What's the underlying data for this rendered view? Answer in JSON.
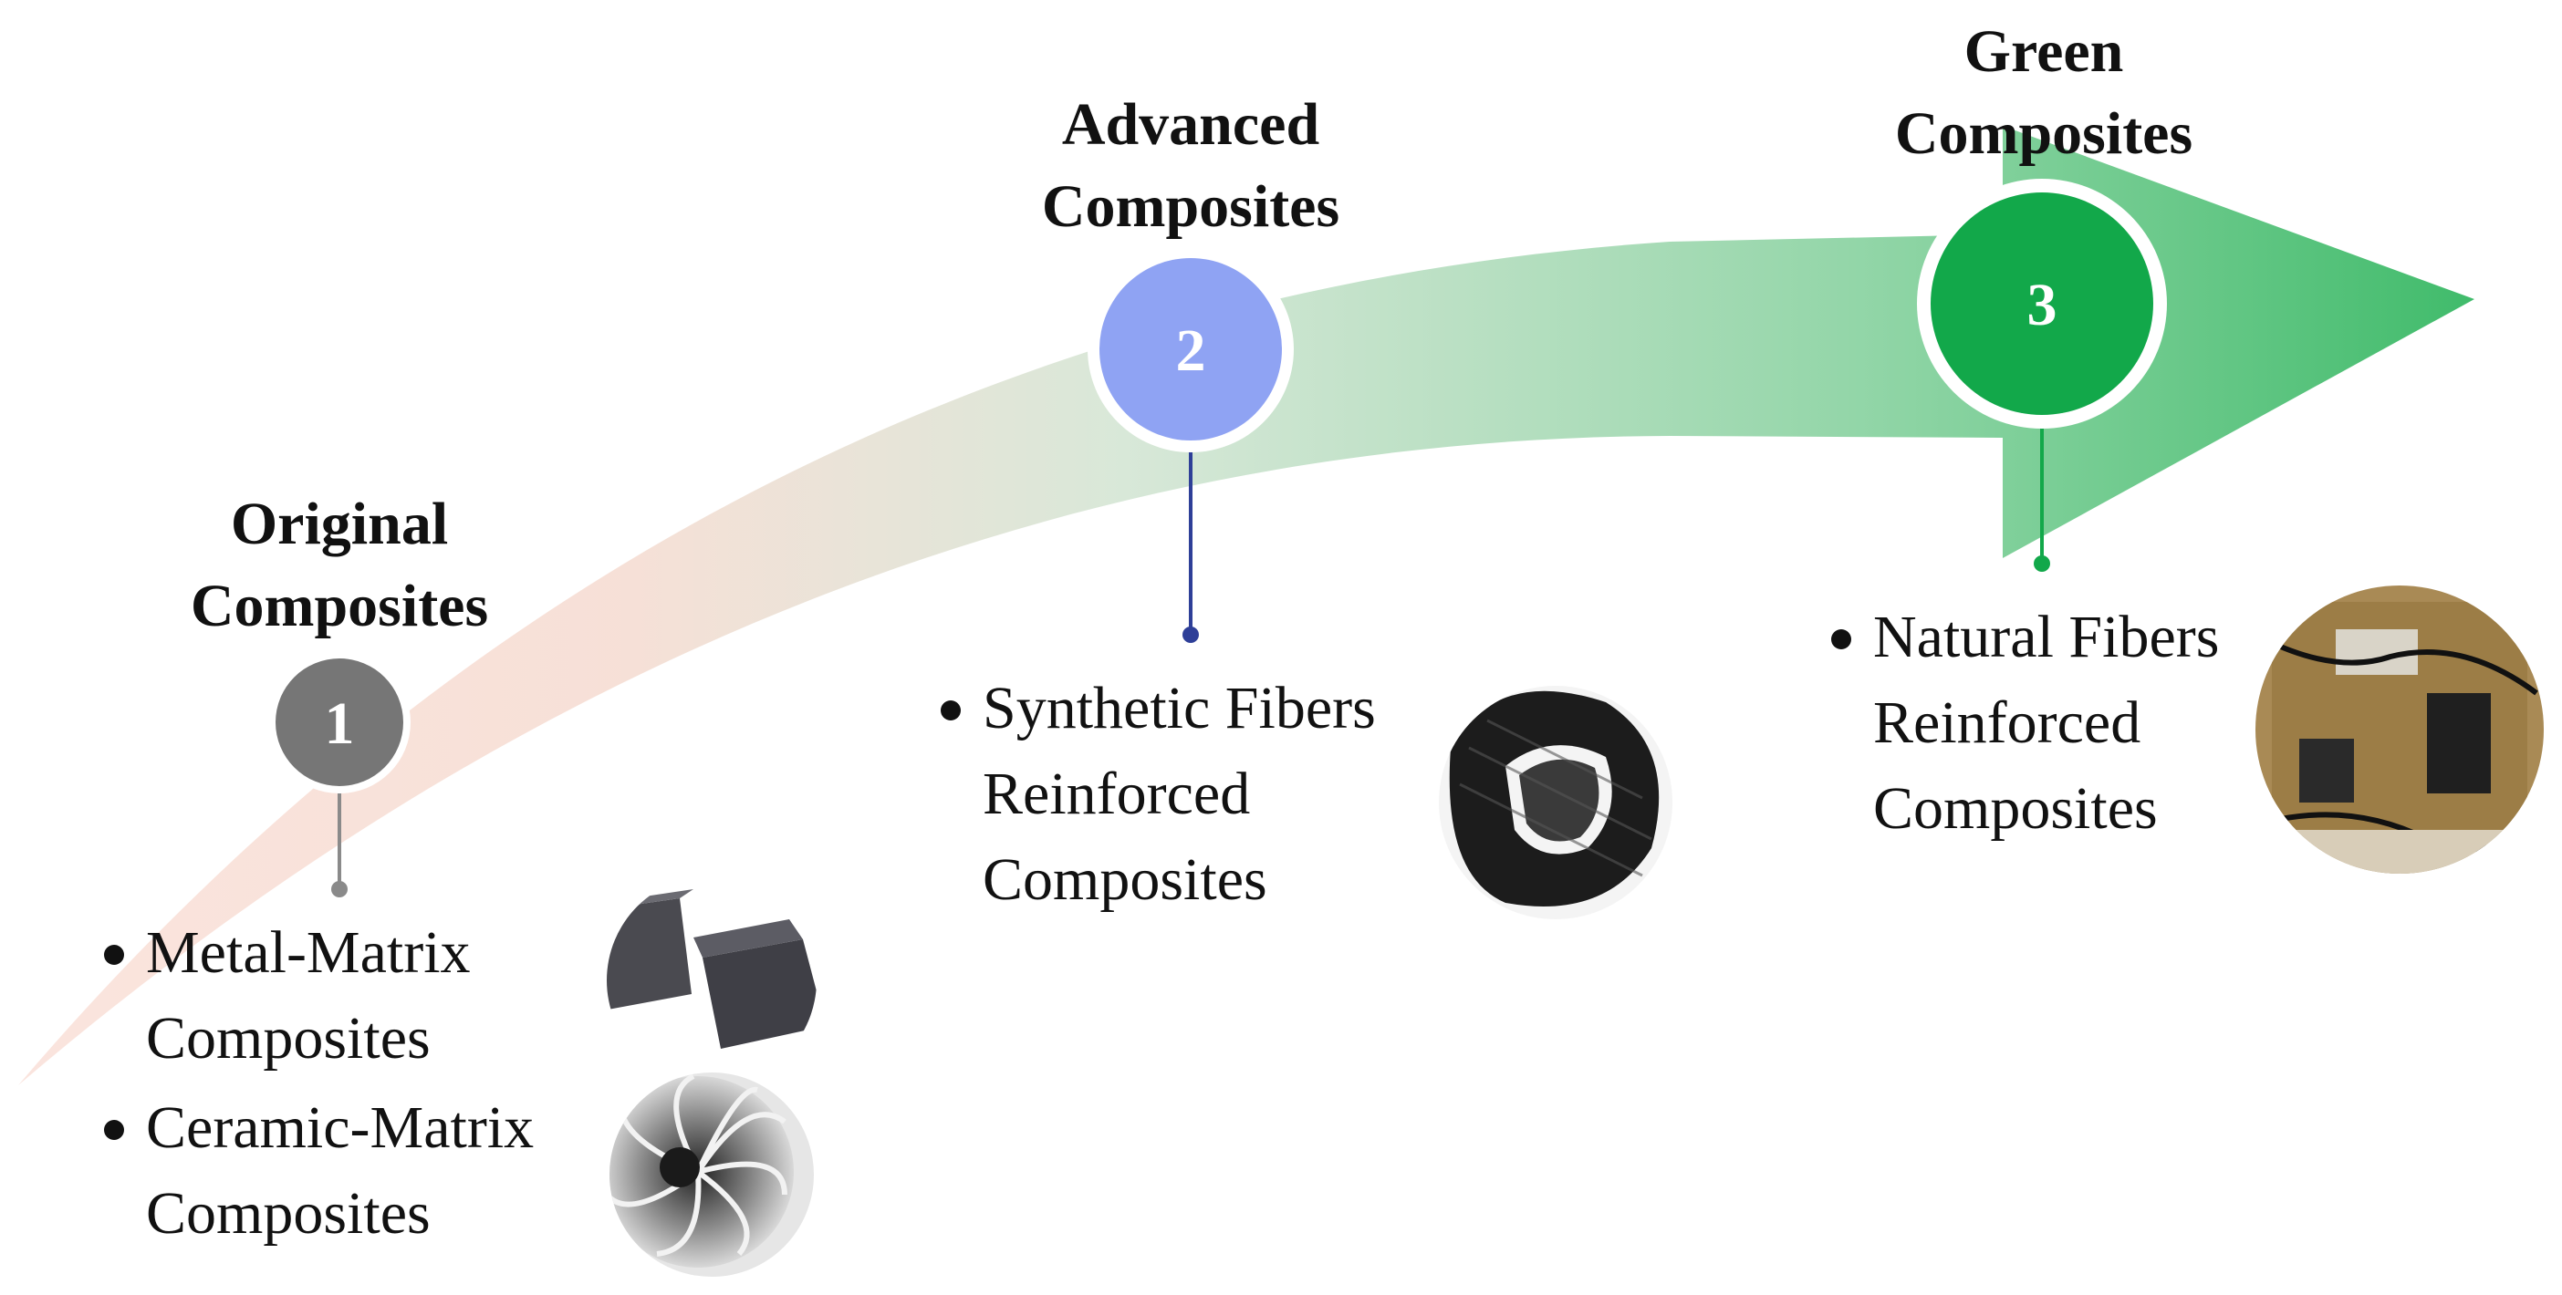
{
  "stages": [
    {
      "number": "1",
      "title_line1": "Original",
      "title_line2": "Composites",
      "color": "#767676",
      "items": [
        "Metal-Matrix Composites",
        "Ceramic-Matrix Composites"
      ],
      "item_lines": [
        [
          "Metal-Matrix",
          "Composites"
        ],
        [
          "Ceramic-Matrix",
          "Composites"
        ]
      ],
      "images": [
        "metal-cubes-photo",
        "turbine-fan-photo"
      ]
    },
    {
      "number": "2",
      "title_line1": "Advanced",
      "title_line2": "Composites",
      "color": "#8fa3f3",
      "items": [
        "Synthetic Fibers Reinforced Composites"
      ],
      "item_lines": [
        [
          "Synthetic Fibers",
          "Reinforced",
          "Composites"
        ]
      ],
      "images": [
        "carbon-fiber-part-photo"
      ]
    },
    {
      "number": "3",
      "title_line1": "Green",
      "title_line2": "Composites",
      "color": "#12a84a",
      "items": [
        "Natural Fibers Reinforced Composites"
      ],
      "item_lines": [
        [
          "Natural Fibers",
          "Reinforced",
          "Composites"
        ]
      ],
      "images": [
        "door-panel-photo"
      ]
    }
  ],
  "arrow": {
    "start_color": "#f7c9bd",
    "end_color": "#3fbb6a"
  },
  "connector_colors": [
    "#8a8a8a",
    "#2e3f98",
    "#12a84a"
  ]
}
